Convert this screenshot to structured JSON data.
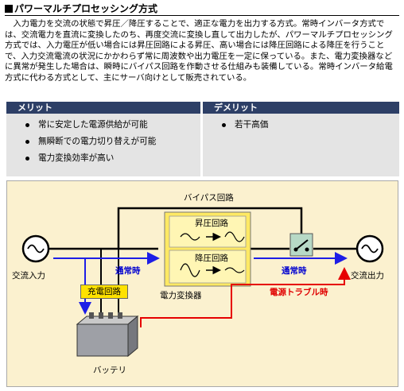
{
  "section": {
    "title": "パワーマルチプロセッシング方式",
    "intro": "入力電力を交流の状態で昇圧／降圧することで、適正な電力を出力する方式。常時インバータ方式では、交流電力を直流に変換したのち、再度交流に変換し直して出力したが、パワーマルチプロセッシング方式では、入力電圧が低い場合には昇圧回路による昇圧、高い場合には降圧回路による降圧を行うことで、入力交流電流の状況にかかわらず常に周波数や出力電圧を一定に保っている。また、電力変換器などに異常が発生した場合は、瞬時にバイパス回路を作動させる仕組みも装備している。常時インバータ給電方式に代わる方式として、主にサーバ向けとして販売されている。"
  },
  "merit": {
    "header": "メリット",
    "items": [
      "常に安定した電源供給が可能",
      "無瞬断での電力切り替えが可能",
      "電力変換効率が高い"
    ]
  },
  "demerit": {
    "header": "デメリット",
    "items": [
      "若干高価"
    ]
  },
  "diagram": {
    "bypass_label": "バイパス回路",
    "boost_label": "昇圧回路",
    "buck_label": "降圧回路",
    "ac_input_label": "交流入力",
    "ac_output_label": "交流出力",
    "normal_in_label": "通常時",
    "normal_out_label": "通常時",
    "charge_label": "充電回路",
    "converter_label": "電力変換器",
    "trouble_label": "電源トラブル時",
    "battery_label": "バッテリ",
    "colors": {
      "normal_flow": "#1e1ee6",
      "trouble_flow": "#e60000",
      "converter_fill": "#ffee44",
      "charge_fill": "#ffe200",
      "header_bg": "#2d3f66"
    }
  }
}
